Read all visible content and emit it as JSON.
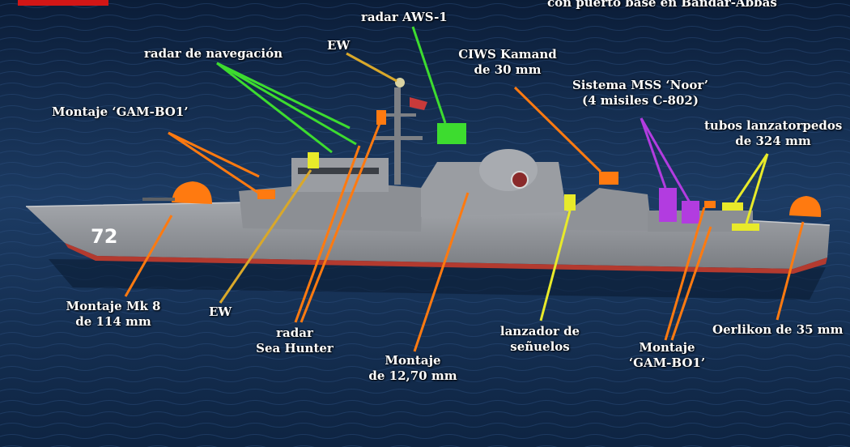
{
  "header": {
    "partial_caption": "con puerto base en Bandar-Abbas"
  },
  "ship": {
    "hull_number": "72"
  },
  "colors": {
    "sea_dark": "#0d2240",
    "sea_mid": "#1f3f66",
    "hull_grey": "#8e9196",
    "hull_dark": "#6d7075",
    "boot_topping": "#b33a2f",
    "mark_green": "#3ddc2f",
    "mark_orange": "#ff7a10",
    "mark_yellow": "#e8ea2a",
    "mark_purple": "#b23ce0",
    "mark_gold": "#d9a82a",
    "text": "#ffffff",
    "corner_tag": "#d21616"
  },
  "labels": {
    "aws1": "radar AWS-1",
    "ew_top": "EW",
    "navegacion": "radar de navegación",
    "ciws_line1": "CIWS Kamand",
    "ciws_line2": "de 30 mm",
    "mss_line1": "Sistema MSS ‘Noor’",
    "mss_line2": "(4 misiles C-802)",
    "gam_fwd": "Montaje ‘GAM-BO1’",
    "torpedo_line1": "tubos lanzatorpedos",
    "torpedo_line2": "de 324 mm",
    "mk8_line1": "Montaje Mk 8",
    "mk8_line2": "de 114 mm",
    "ew_bottom": "EW",
    "seahunter_line1": "radar",
    "seahunter_line2": "Sea Hunter",
    "mg_line1": "Montaje",
    "mg_line2": "de 12,70 mm",
    "decoy_line1": "lanzador de",
    "decoy_line2": "señuelos",
    "gam_aft_line1": "Montaje",
    "gam_aft_line2": "‘GAM-BO1’",
    "oerlikon": "Oerlikon de 35 mm"
  }
}
